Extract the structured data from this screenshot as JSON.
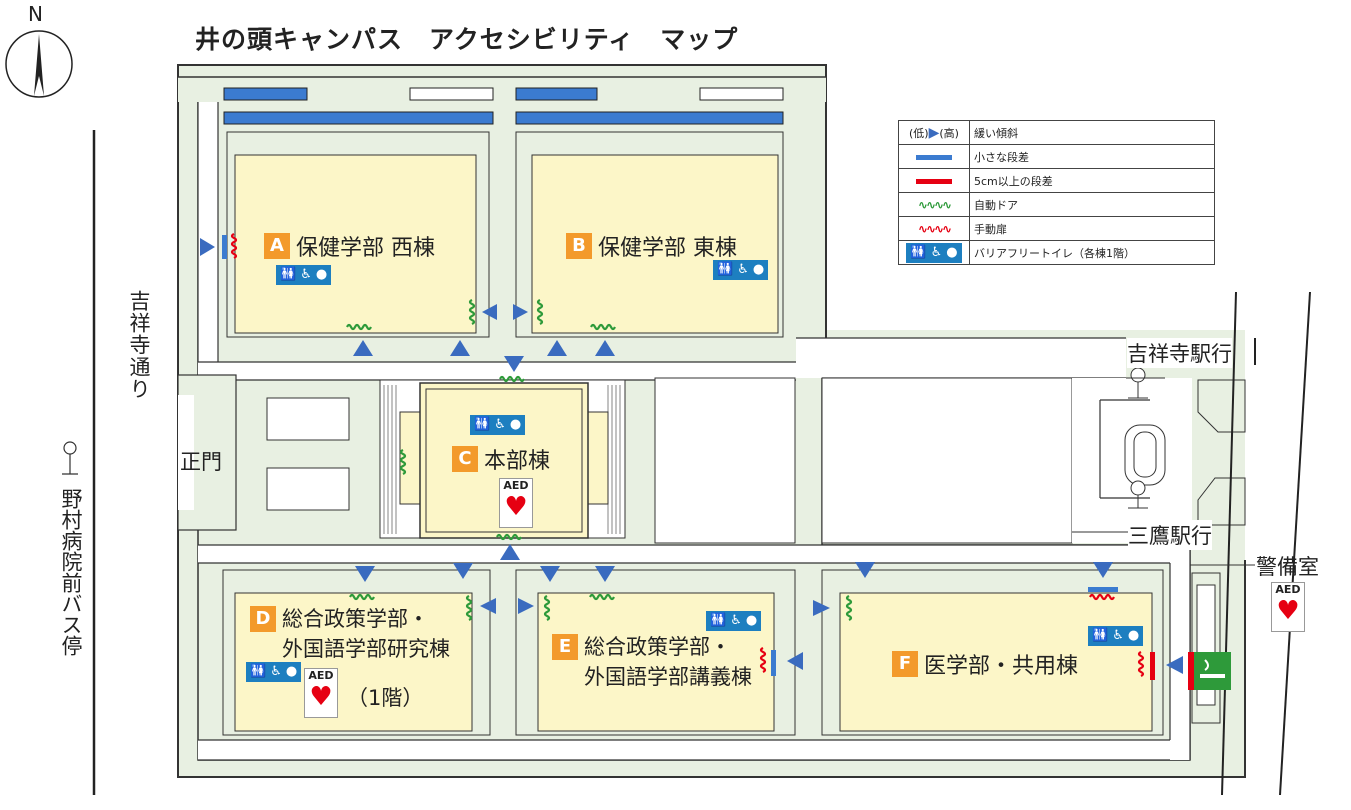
{
  "title": "井の頭キャンパス　アクセシビリティ　マップ",
  "compass": {
    "label": "N"
  },
  "street": {
    "name": "吉祥寺通り"
  },
  "bus_stop": {
    "name": "野村病院前バス停"
  },
  "main_gate": {
    "label": "正門"
  },
  "directions": {
    "kichijoji": "吉祥寺駅行",
    "mitaka": "三鷹駅行"
  },
  "guard_room": {
    "label": "警備室"
  },
  "aed_label": "AED",
  "buildings": [
    {
      "letter": "A",
      "name": "保健学部 西棟"
    },
    {
      "letter": "B",
      "name": "保健学部 東棟"
    },
    {
      "letter": "C",
      "name": "本部棟"
    },
    {
      "letter": "D",
      "line1": "総合政策学部・",
      "line2": "外国語学部研究棟",
      "note": "（1階）"
    },
    {
      "letter": "E",
      "line1": "総合政策学部・",
      "line2": "外国語学部講義棟"
    },
    {
      "letter": "F",
      "name": "医学部・共用棟"
    }
  ],
  "legend": [
    {
      "symbol": "slope",
      "low": "(低)",
      "high": "(高)",
      "label": "緩い傾斜"
    },
    {
      "symbol": "small-step",
      "label": "小さな段差"
    },
    {
      "symbol": "large-step",
      "label": "5cm以上の段差"
    },
    {
      "symbol": "auto-door",
      "label": "自動ドア"
    },
    {
      "symbol": "manual-door",
      "label": "手動扉"
    },
    {
      "symbol": "barrier-free-toilet",
      "label": "バリアフリートイレ（各棟1階）"
    }
  ],
  "colors": {
    "ground": "#e8f0e2",
    "building": "#fcf6c8",
    "slope": "#3a6bbf",
    "small_step": "#3b7bd0",
    "large_step": "#e60012",
    "auto_door": "#2e9a3a",
    "badge": "#f39a2b",
    "toilet": "#1d7fc0"
  }
}
